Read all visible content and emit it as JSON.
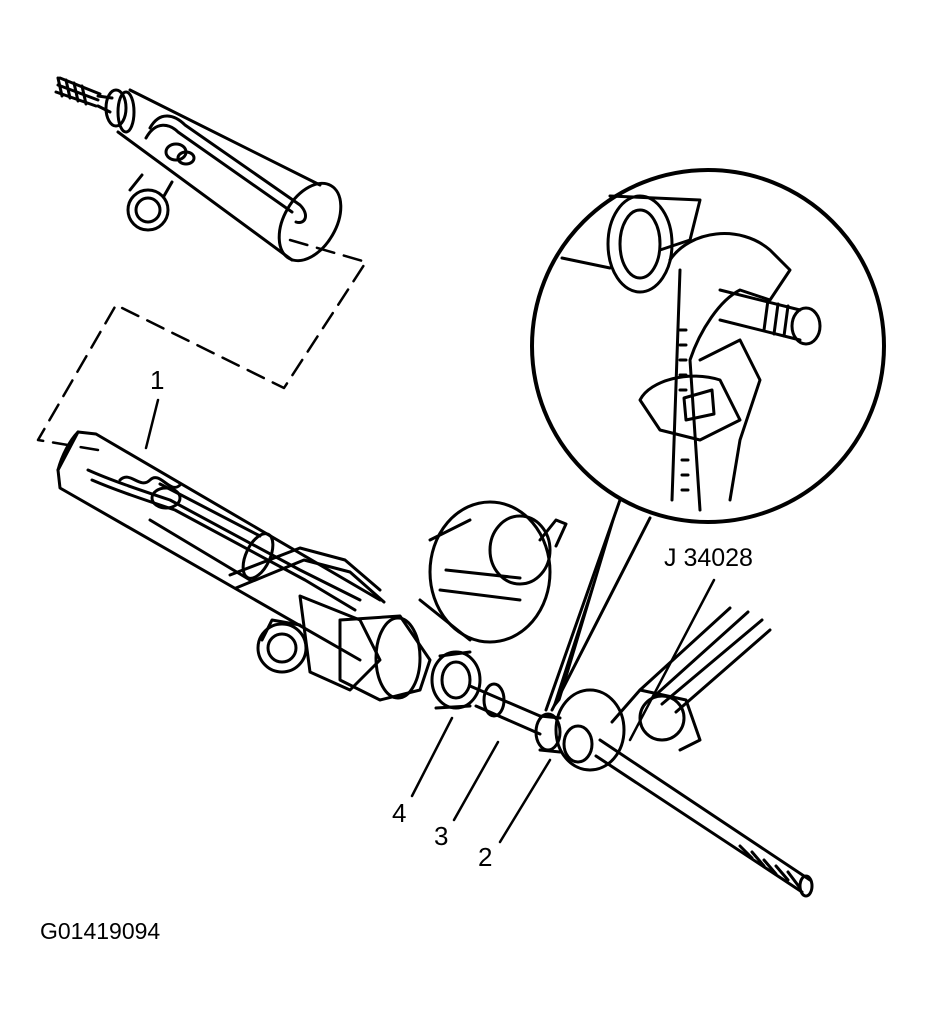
{
  "callouts": {
    "part_1": "1",
    "part_2": "2",
    "part_3": "3",
    "part_4": "4",
    "tool": "J 34028"
  },
  "figure_id": "G01419094",
  "colors": {
    "ink": "#000000",
    "paper": "#ffffff"
  }
}
